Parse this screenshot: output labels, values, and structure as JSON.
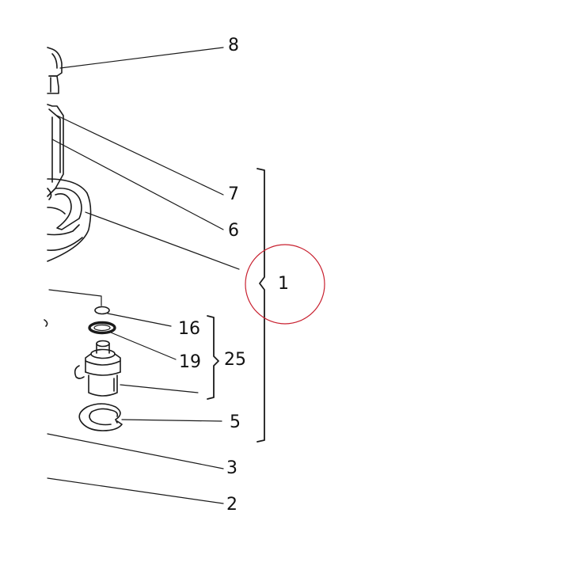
{
  "callouts": {
    "c8": "8",
    "c7": "7",
    "c6": "6",
    "c1": "1",
    "c16": "16",
    "c19": "19",
    "c25": "25",
    "c5": "5",
    "c3": "3",
    "c2": "2"
  },
  "highlight": {
    "target": "1",
    "color": "#c8202f"
  }
}
